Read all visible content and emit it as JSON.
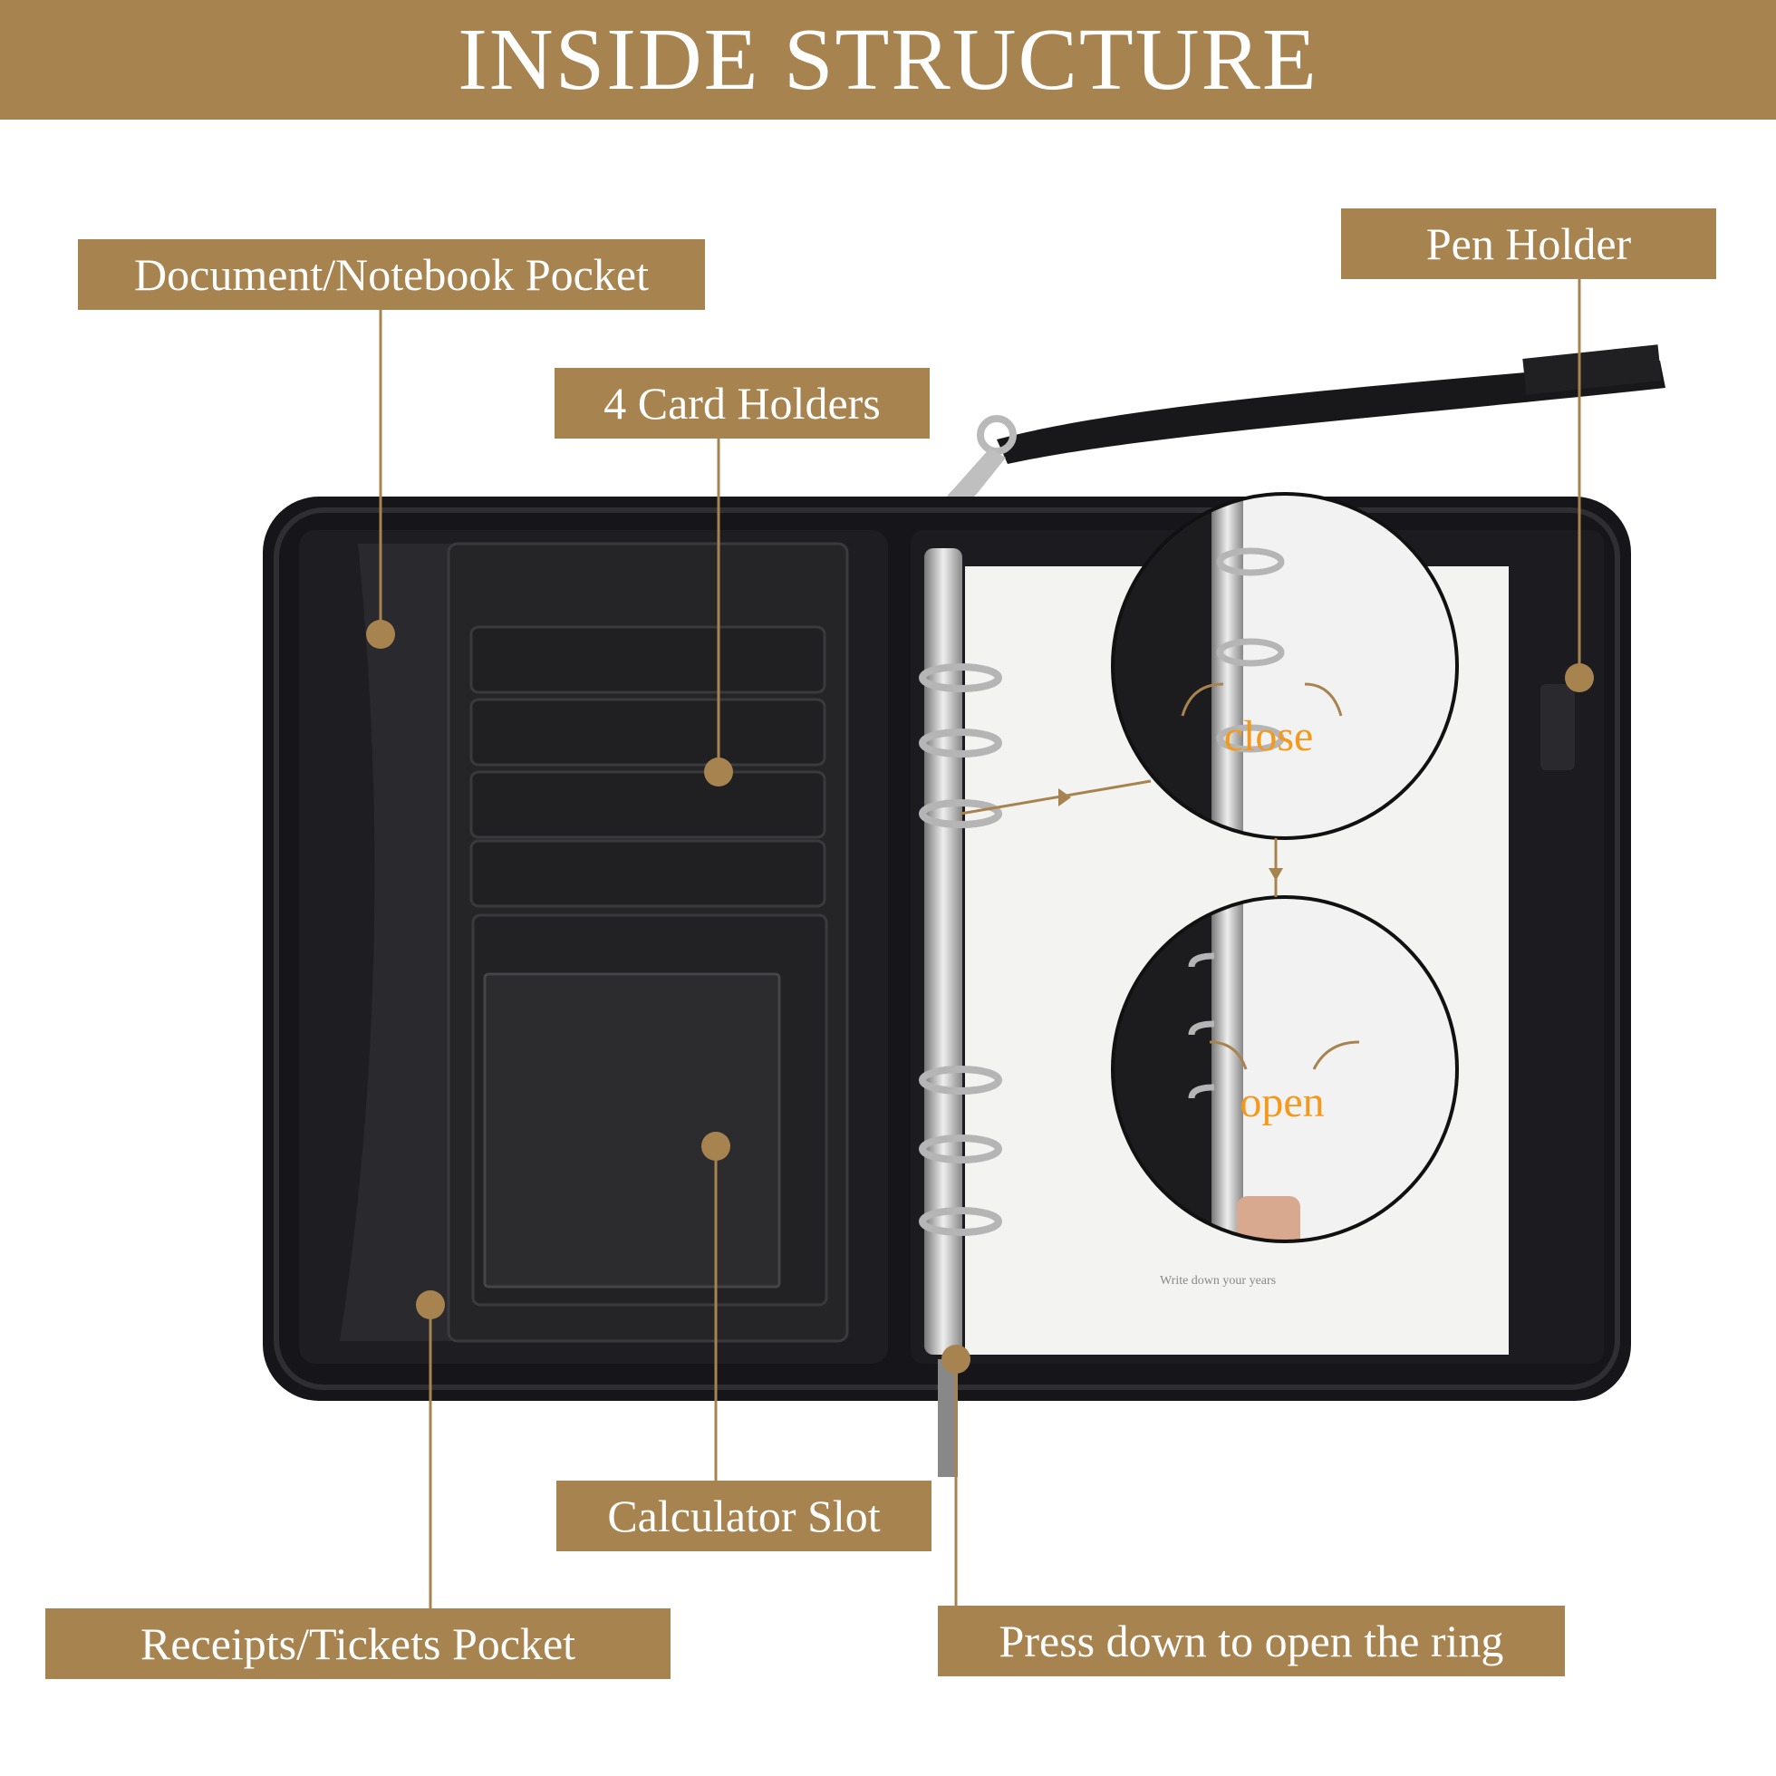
{
  "header": {
    "title": "INSIDE STRUCTURE"
  },
  "labels": {
    "document_pocket": "Document/Notebook Pocket",
    "card_holders": "4 Card Holders",
    "pen_holder": "Pen Holder",
    "calculator_slot": "Calculator Slot",
    "receipts_pocket": "Receipts/Tickets Pocket",
    "press_ring": "Press down to open the ring"
  },
  "zoom": {
    "close_text": "close",
    "open_text": "open"
  },
  "notebook": {
    "page_text": "Write down your years"
  },
  "colors": {
    "accent": "#a7844f",
    "leather": "#1a1a1c",
    "arrow_orange": "#f39a1e"
  }
}
